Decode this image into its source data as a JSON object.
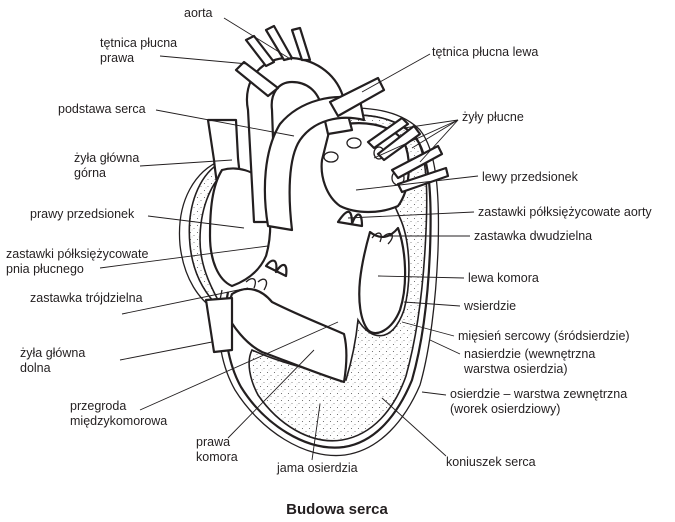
{
  "title": "Budowa serca",
  "labels": {
    "aorta": "aorta",
    "tetnica_prawa_1": "tętnica płucna",
    "tetnica_prawa_2": "prawa",
    "tetnica_lewa": "tętnica płucna lewa",
    "podstawa": "podstawa serca",
    "zyly_plucne": "żyły płucne",
    "zyla_gorna_1": "żyła główna",
    "zyla_gorna_2": "górna",
    "lewy_przedsionek": "lewy przedsionek",
    "prawy_przedsionek": "prawy przedsionek",
    "zastawki_aorty": "zastawki półksiężycowate aorty",
    "zastawki_pnia_1": "zastawki półksiężycowate",
    "zastawki_pnia_2": "pnia płucnego",
    "dwudzielna": "zastawka dwudzielna",
    "lewa_komora": "lewa komora",
    "trojdzielna": "zastawka trójdzielna",
    "wsierdzie": "wsierdzie",
    "miesien": "mięsień sercowy (śródsierdzie)",
    "nasierdzie_1": "nasierdzie (wewnętrzna",
    "nasierdzie_2": "warstwa osierdzia)",
    "zyla_dolna_1": "żyła główna",
    "zyla_dolna_2": "dolna",
    "osierdzie_1": "osierdzie – warstwa zewnętrzna",
    "osierdzie_2": "(worek osierdziowy)",
    "przegroda_1": "przegroda",
    "przegroda_2": "międzykomorowa",
    "prawa_komora_1": "prawa",
    "prawa_komora_2": "komora",
    "koniuszek": "koniuszek serca",
    "jama": "jama osierdzia"
  }
}
